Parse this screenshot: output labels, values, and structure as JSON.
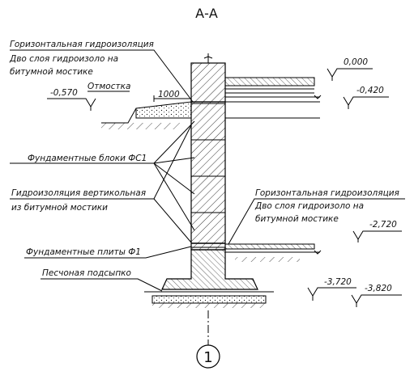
{
  "title": "А-А",
  "axis_label": "1",
  "labels": {
    "horiz_waterproof_top_1": "Горизонтальная гидроизоляция",
    "horiz_waterproof_top_2": "Дво слоя гидроизоло на",
    "horiz_waterproof_top_3": "битумной мостике",
    "otmostka": "Отмостка",
    "width_1000": "1000",
    "foundation_blocks": "Фундаментные блоки ФС1",
    "vert_waterproof_1": "Гидроизоляция вертикольная",
    "vert_waterproof_2": "из битумной мостики",
    "foundation_slabs": "Фундаментные плиты Ф1",
    "sand_bed": "Песчоная подсыпко",
    "horiz_waterproof_low_1": "Горизонтальная гидроизоляция",
    "horiz_waterproof_low_2": "Дво слоя гидроизоло на",
    "horiz_waterproof_low_3": "битумной мостике"
  },
  "levels": {
    "l_000": "0,000",
    "l_0420": "-0,420",
    "l_0570": "-0,570",
    "l_2720": "-2,720",
    "l_3720": "-3,720",
    "l_3820": "-3,820"
  }
}
